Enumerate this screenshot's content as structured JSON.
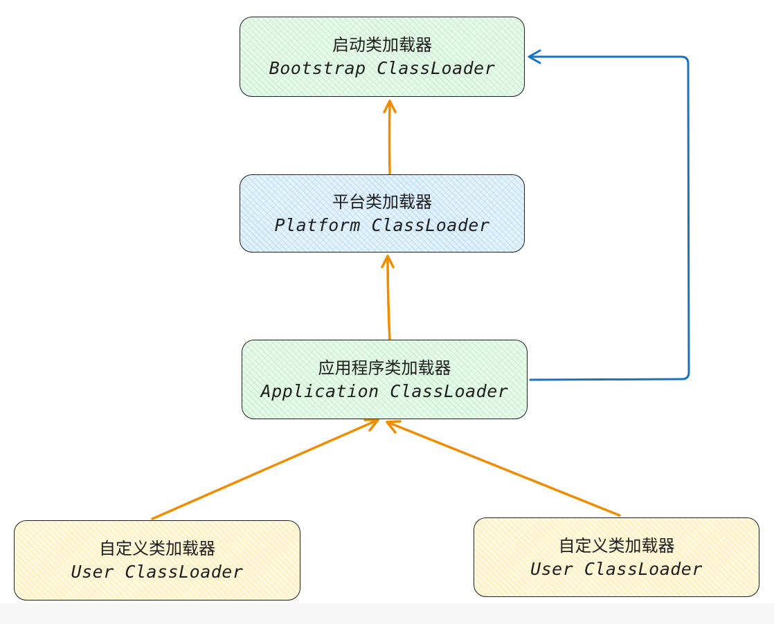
{
  "nodes": {
    "bootstrap": {
      "zh": "启动类加载器",
      "en": "Bootstrap ClassLoader"
    },
    "platform": {
      "zh": "平台类加载器",
      "en": "Platform ClassLoader"
    },
    "application": {
      "zh": "应用程序类加载器",
      "en": "Application ClassLoader"
    },
    "user_left": {
      "zh": "自定义类加载器",
      "en": "User ClassLoader"
    },
    "user_right": {
      "zh": "自定义类加载器",
      "en": "User ClassLoader"
    }
  },
  "edges": [
    {
      "from": "platform",
      "to": "bootstrap",
      "color": "#f08c00"
    },
    {
      "from": "application",
      "to": "platform",
      "color": "#f08c00"
    },
    {
      "from": "user_left",
      "to": "application",
      "color": "#f08c00"
    },
    {
      "from": "user_right",
      "to": "application",
      "color": "#f08c00"
    },
    {
      "from": "application",
      "to": "bootstrap",
      "color": "#1971c2"
    }
  ],
  "colors": {
    "green_fill": "#b2f2bb",
    "blue_fill": "#a5d8ff",
    "yellow_fill": "#ffec99",
    "stroke": "#1e1e1e",
    "orange_arrow": "#f08c00",
    "blue_arrow": "#1971c2"
  }
}
